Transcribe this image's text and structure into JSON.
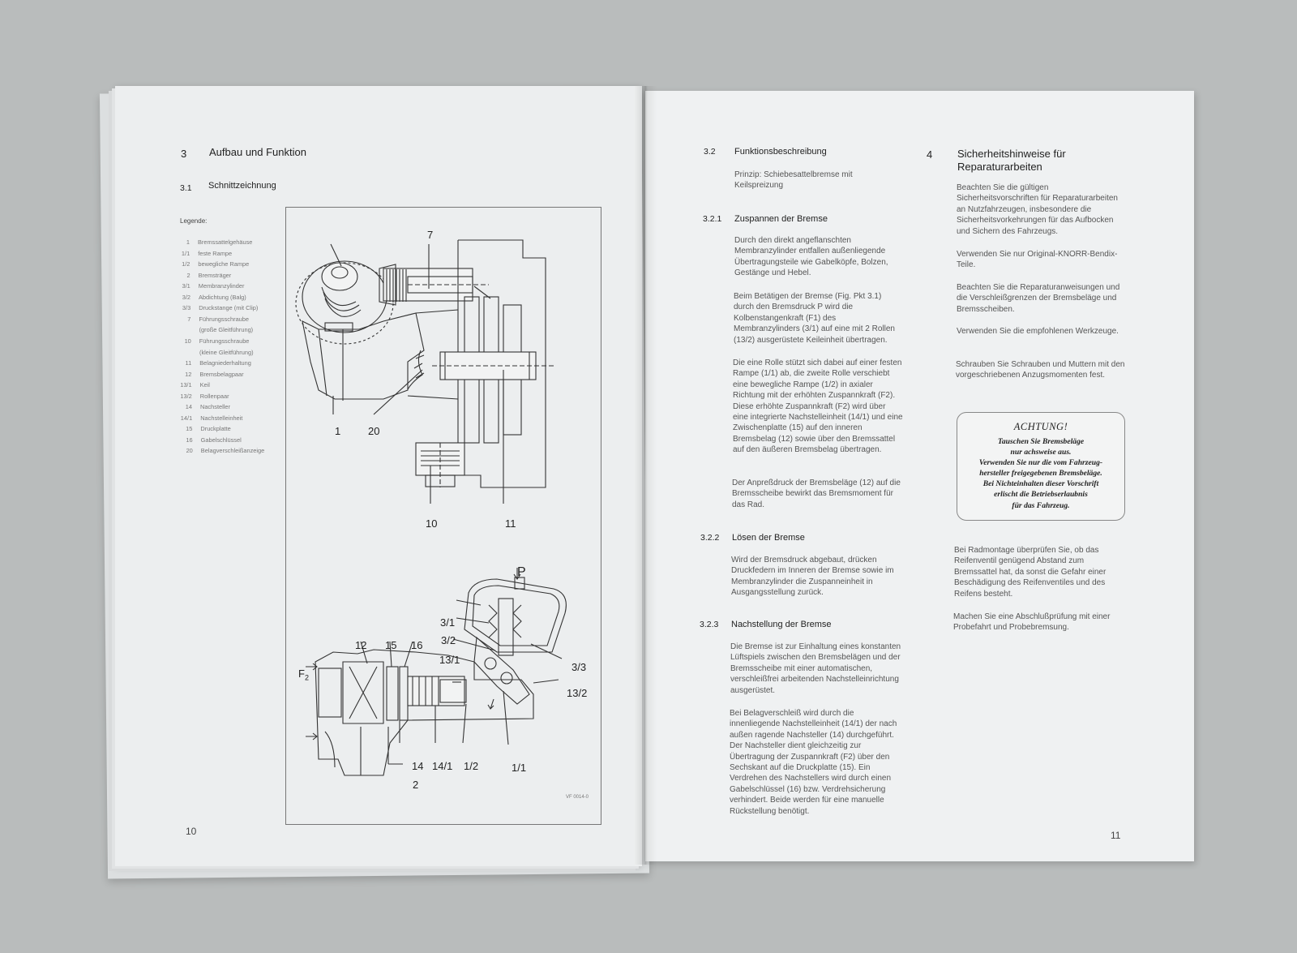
{
  "left_page": {
    "chapter_num": "3",
    "chapter_title": "Aufbau und Funktion",
    "section_num": "3.1",
    "section_title": "Schnittzeichnung",
    "legend_title": "Legende:",
    "legend": [
      {
        "num": "1",
        "text": "Bremssattelgehäuse"
      },
      {
        "num": "1/1",
        "text": "feste Rampe"
      },
      {
        "num": "1/2",
        "text": "bewegliche Rampe"
      },
      {
        "num": "2",
        "text": "Bremsträger"
      },
      {
        "num": "3/1",
        "text": "Membranzylinder"
      },
      {
        "num": "3/2",
        "text": "Abdichtung (Balg)"
      },
      {
        "num": "3/3",
        "text": "Druckstange (mit Clip)"
      },
      {
        "num": "7",
        "text": "Führungsschraube"
      },
      {
        "num": "",
        "text": "(große Gleitführung)"
      },
      {
        "num": "10",
        "text": "Führungsschraube"
      },
      {
        "num": "",
        "text": "(kleine Gleitführung)"
      },
      {
        "num": "11",
        "text": "Belagniederhaltung"
      },
      {
        "num": "12",
        "text": "Bremsbelagpaar"
      },
      {
        "num": "13/1",
        "text": "Keil"
      },
      {
        "num": "13/2",
        "text": "Rollenpaar"
      },
      {
        "num": "14",
        "text": "Nachsteller"
      },
      {
        "num": "14/1",
        "text": "Nachstelleinheit"
      },
      {
        "num": "15",
        "text": "Druckplatte"
      },
      {
        "num": "16",
        "text": "Gabelschlüssel"
      },
      {
        "num": "20",
        "text": "Belagverschleißanzeige"
      }
    ],
    "figure_labels": {
      "top_7": "7",
      "top_1": "1",
      "top_20": "20",
      "top_10": "10",
      "top_11": "11",
      "bot_p": "P",
      "bot_31": "3/1",
      "bot_32": "3/2",
      "bot_131": "13/1",
      "bot_33": "3/3",
      "bot_132": "13/2",
      "bot_12": "12",
      "bot_15": "15",
      "bot_16": "16",
      "bot_f": "F",
      "bot_f_sub": "2",
      "bot_14": "14",
      "bot_141": "14/1",
      "bot_12b": "1/2",
      "bot_11b": "1/1",
      "bot_2": "2",
      "fig_code": "VF 0014-0"
    },
    "page_number": "10"
  },
  "right_page": {
    "s32_num": "3.2",
    "s32_title": "Funktionsbeschreibung",
    "s32_text": "Prinzip: Schiebesattelbremse mit Keilspreizung",
    "s321_num": "3.2.1",
    "s321_title": "Zuspannen der Bremse",
    "s321_p1": "Durch den direkt angeflanschten Membranzylinder entfallen außenliegende Übertragungsteile wie Gabelköpfe, Bolzen, Gestänge und Hebel.",
    "s321_p2": "Beim Betätigen der Bremse (Fig. Pkt 3.1) durch den Bremsdruck P wird die Kolbenstangenkraft (F1) des Membranzylinders (3/1) auf eine mit 2 Rollen (13/2) ausgerüstete Keileinheit übertragen.",
    "s321_p3": "Die eine Rolle stützt sich dabei auf einer festen Rampe (1/1) ab, die zweite Rolle verschiebt eine bewegliche Rampe (1/2) in axialer Richtung mit der erhöhten Zuspannkraft (F2). Diese erhöhte Zuspannkraft (F2) wird über eine integrierte Nachstelleinheit (14/1) und eine Zwischenplatte (15) auf den inneren Bremsbelag (12) sowie über den Bremssattel auf den äußeren Bremsbelag übertragen.",
    "s321_p4": "Der Anpreßdruck der Bremsbeläge (12) auf die Bremsscheibe bewirkt das Bremsmoment für das Rad.",
    "s322_num": "3.2.2",
    "s322_title": "Lösen der Bremse",
    "s322_p1": "Wird der Bremsdruck abgebaut, drücken Druckfedern im Inneren der Bremse sowie im Membranzylinder die Zuspanneinheit in Ausgangsstellung zurück.",
    "s323_num": "3.2.3",
    "s323_title": "Nachstellung der Bremse",
    "s323_p1": "Die Bremse ist zur Einhaltung eines konstanten Lüftspiels zwischen den Bremsbelägen und der Bremsscheibe mit einer automatischen, verschleißfrei arbeitenden Nachstelleinrichtung ausgerüstet.",
    "s323_p2": "Bei Belagverschleiß wird durch die innenliegende Nachstelleinheit (14/1) der nach außen ragende Nachsteller (14) durchgeführt. Der Nachsteller dient gleichzeitig zur Übertragung der Zuspannkraft (F2) über den Sechskant auf die Druckplatte (15). Ein Verdrehen des Nachstellers wird durch einen Gabelschlüssel (16) bzw. Verdrehsicherung verhindert. Beide werden für eine manuelle Rückstellung benötigt.",
    "s4_num": "4",
    "s4_title_1": "Sicherheitshinweise für",
    "s4_title_2": "Reparaturarbeiten",
    "s4_p1": "Beachten Sie die gültigen Sicherheitsvorschriften für Reparaturarbeiten an Nutzfahrzeugen, insbesondere die Sicherheitsvorkehrungen für das Aufbocken und Sichern des Fahrzeugs.",
    "s4_p2": "Verwenden Sie nur Original-KNORR-Bendix-Teile.",
    "s4_p3": "Beachten Sie die Reparaturanweisungen und die Verschleißgrenzen der Bremsbeläge und Bremsscheiben.",
    "s4_p4": "Verwenden Sie die empfohlenen Werkzeuge.",
    "s4_p5": "Schrauben Sie Schrauben und Muttern mit den vorgeschriebenen Anzugsmomenten fest.",
    "warning": {
      "title": "ACHTUNG!",
      "lines": [
        "Tauschen Sie Bremsbeläge",
        "nur achsweise aus.",
        "Verwenden Sie nur die vom Fahrzeug-",
        "hersteller freigegebenen Bremsbeläge.",
        "Bei Nichteinhalten dieser Vorschrift",
        "erlischt die Betriebserlaubnis",
        "für das Fahrzeug."
      ]
    },
    "s4_p6": "Bei Radmontage überprüfen Sie, ob das Reifenventil genügend Abstand zum Bremssattel hat, da sonst die Gefahr einer Beschädigung des Reifenventiles und des Reifens besteht.",
    "s4_p7": "Machen Sie eine Abschlußprüfung mit einer Probefahrt und Probebremsung.",
    "page_number": "11"
  }
}
